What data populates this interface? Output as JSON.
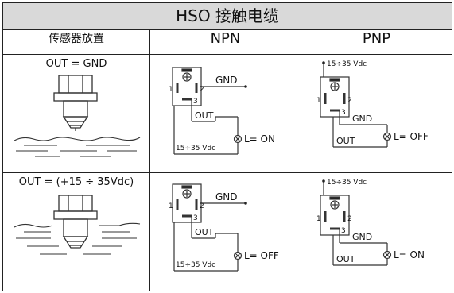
{
  "title": "HSO 接触电缆",
  "headers": {
    "placement": "传感器放置",
    "npn": "NPN",
    "pnp": "PNP"
  },
  "rows": [
    {
      "placement": "OUT = GND",
      "npn": {
        "gnd": "GND",
        "out": "OUT",
        "supply": "15÷35 Vdc",
        "load": "L= ON",
        "pin1": "1",
        "pin2": "2",
        "pin3": "3"
      },
      "pnp": {
        "gnd": "GND",
        "out": "OUT",
        "supply": "15÷35 Vdc",
        "load": "L= OFF",
        "pin1": "1",
        "pin2": "2",
        "pin3": "3"
      }
    },
    {
      "placement": "OUT = (+15 ÷ 35Vdc)",
      "npn": {
        "gnd": "GND",
        "out": "OUT",
        "supply": "15÷35 Vdc",
        "load": "L= OFF",
        "pin1": "1",
        "pin2": "2",
        "pin3": "3"
      },
      "pnp": {
        "gnd": "GND",
        "out": "OUT",
        "supply": "15÷35 Vdc",
        "load": "L= ON",
        "pin1": "1",
        "pin2": "2",
        "pin3": "3"
      }
    }
  ]
}
